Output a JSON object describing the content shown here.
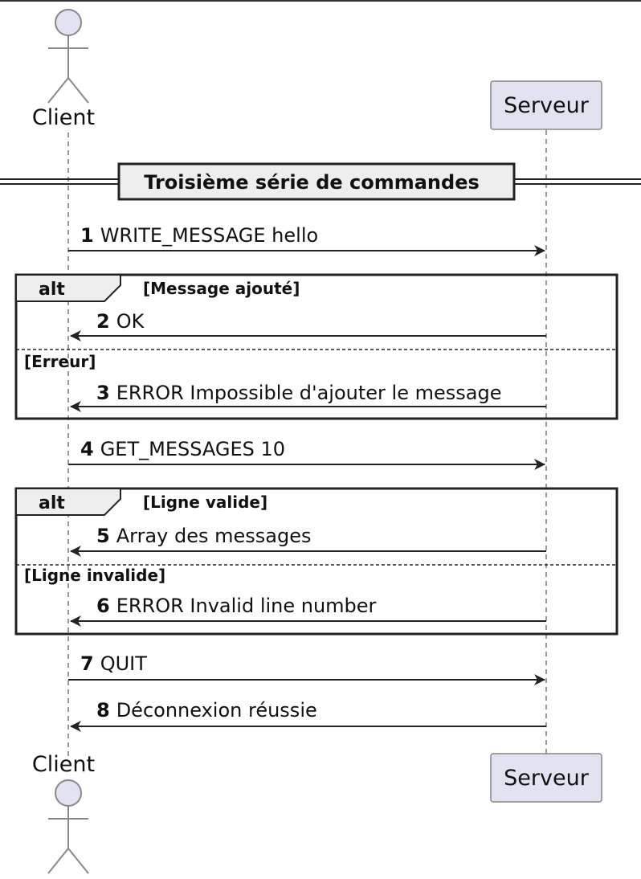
{
  "participants": {
    "client": "Client",
    "server": "Serveur"
  },
  "divider": "Troisième série de commandes",
  "messages": [
    {
      "num": "1",
      "text": "WRITE_MESSAGE hello"
    },
    {
      "num": "2",
      "text": "OK"
    },
    {
      "num": "3",
      "text": "ERROR Impossible d'ajouter le message"
    },
    {
      "num": "4",
      "text": "GET_MESSAGES 10"
    },
    {
      "num": "5",
      "text": "Array des messages"
    },
    {
      "num": "6",
      "text": "ERROR Invalid line number"
    },
    {
      "num": "7",
      "text": "QUIT"
    },
    {
      "num": "8",
      "text": "Déconnexion réussie"
    }
  ],
  "fragments": [
    {
      "keyword": "alt",
      "guard": "[Message ajouté]",
      "else_guard": "[Erreur]"
    },
    {
      "keyword": "alt",
      "guard": "[Ligne valide]",
      "else_guard": "[Ligne invalide]"
    }
  ],
  "colors": {
    "participant_fill": "#e2e2f0",
    "participant_stroke": "#888888",
    "frame_tab_fill": "#eeeeee",
    "line": "#222222"
  }
}
